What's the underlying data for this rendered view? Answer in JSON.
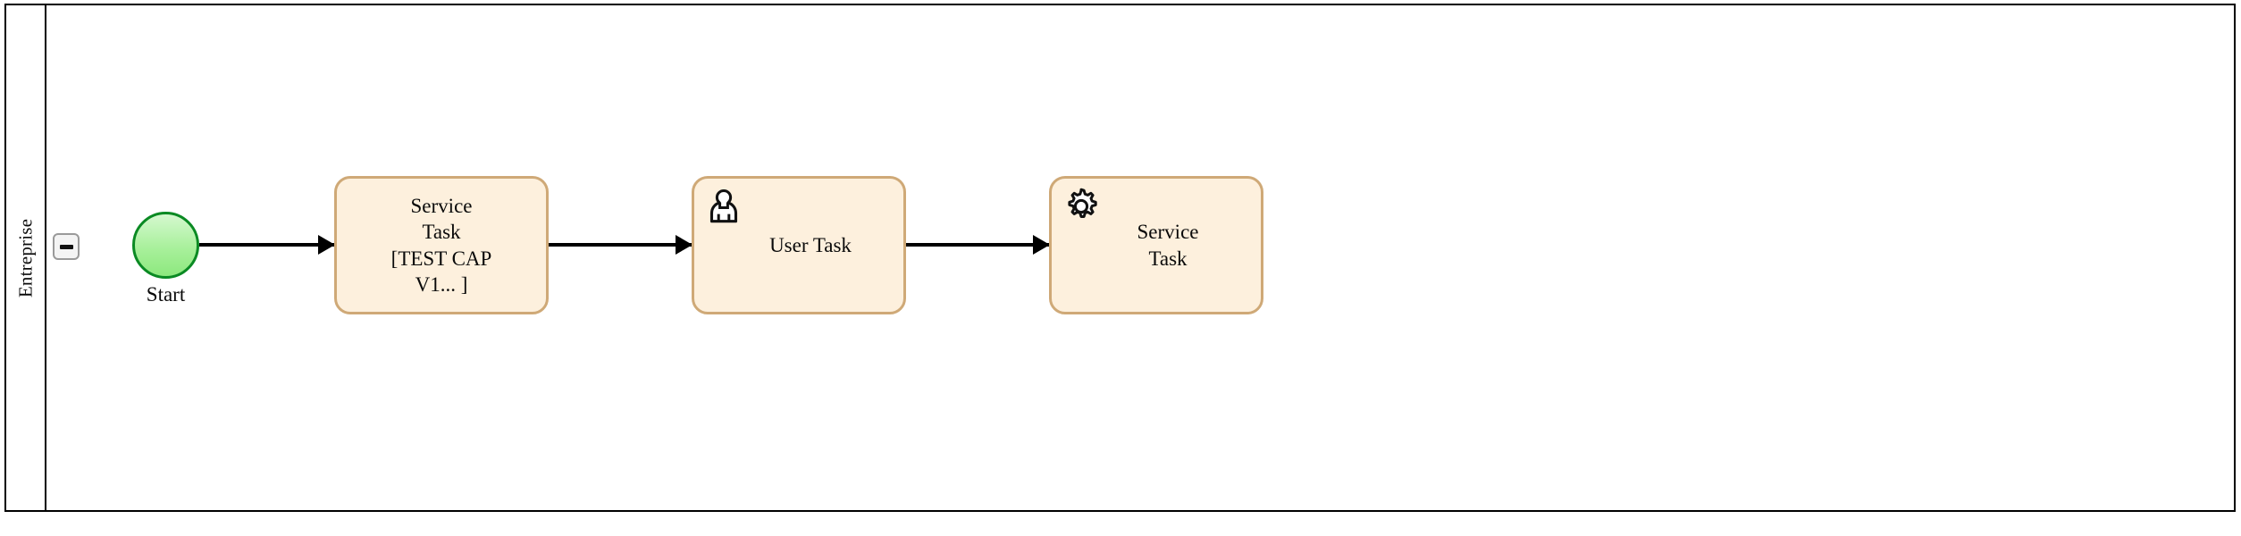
{
  "diagram": {
    "type": "bpmn-process",
    "pool": {
      "name": "Entreprise",
      "collapse_control": {
        "name": "collapse-lane",
        "glyph": "minus"
      }
    },
    "colors": {
      "pool_border": "#000000",
      "task_fill": "#fdf0dd",
      "task_border": "#cfa977",
      "start_event_fill": "#a8f09b",
      "start_event_border": "#0a8a23",
      "flow_stroke": "#000000",
      "text": "#0a0a0a"
    },
    "nodes": [
      {
        "id": "start-event",
        "kind": "start-event",
        "label": "Start",
        "icon": "none"
      },
      {
        "id": "task-service-1",
        "kind": "task",
        "label": "Service\nTask\n[TEST CAP\nV1... ]",
        "icon": "none"
      },
      {
        "id": "task-user-1",
        "kind": "user-task",
        "label": "User Task",
        "icon": "user-icon"
      },
      {
        "id": "task-service-2",
        "kind": "service-task",
        "label": "Service\nTask",
        "icon": "gear-icon"
      }
    ],
    "flows": [
      {
        "id": "flow-1",
        "from": "start-event",
        "to": "task-service-1",
        "label": ""
      },
      {
        "id": "flow-2",
        "from": "task-service-1",
        "to": "task-user-1",
        "label": ""
      },
      {
        "id": "flow-3",
        "from": "task-user-1",
        "to": "task-service-2",
        "label": ""
      }
    ]
  }
}
